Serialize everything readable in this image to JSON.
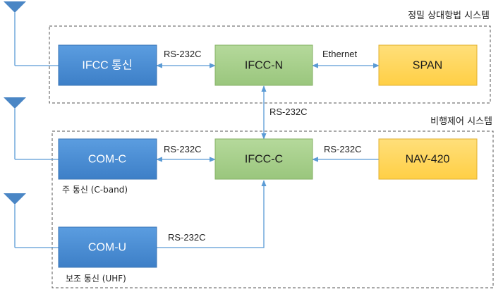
{
  "groups": {
    "precision": {
      "title": "정밀 상대항법 시스템"
    },
    "flight": {
      "title": "비행제어 시스템"
    }
  },
  "nodes": {
    "ifcc_comm": "IFCC 통신",
    "ifcc_n": "IFCC-N",
    "span": "SPAN",
    "com_c": "COM-C",
    "ifcc_c": "IFCC-C",
    "nav_420": "NAV-420",
    "com_u": "COM-U"
  },
  "captions": {
    "com_c": "주 통신 (C-band)",
    "com_u": "보조 통신 (UHF)"
  },
  "links": {
    "ifcc_comm_to_ifcc_n": "RS-232C",
    "ifcc_n_to_span": "Ethernet",
    "ifcc_n_to_ifcc_c": "RS-232C",
    "com_c_to_ifcc_c": "RS-232C",
    "nav_to_ifcc_c": "RS-232C",
    "com_u_to_ifcc_c": "RS-232C"
  },
  "colors": {
    "blue_box": "#4a8fd6",
    "green_box": "#a9d18e",
    "yellow_box": "#ffd966",
    "connector": "#5b9bd5",
    "group_border": "#555555"
  },
  "icons": [
    "antenna-icon",
    "antenna-icon",
    "antenna-icon"
  ]
}
